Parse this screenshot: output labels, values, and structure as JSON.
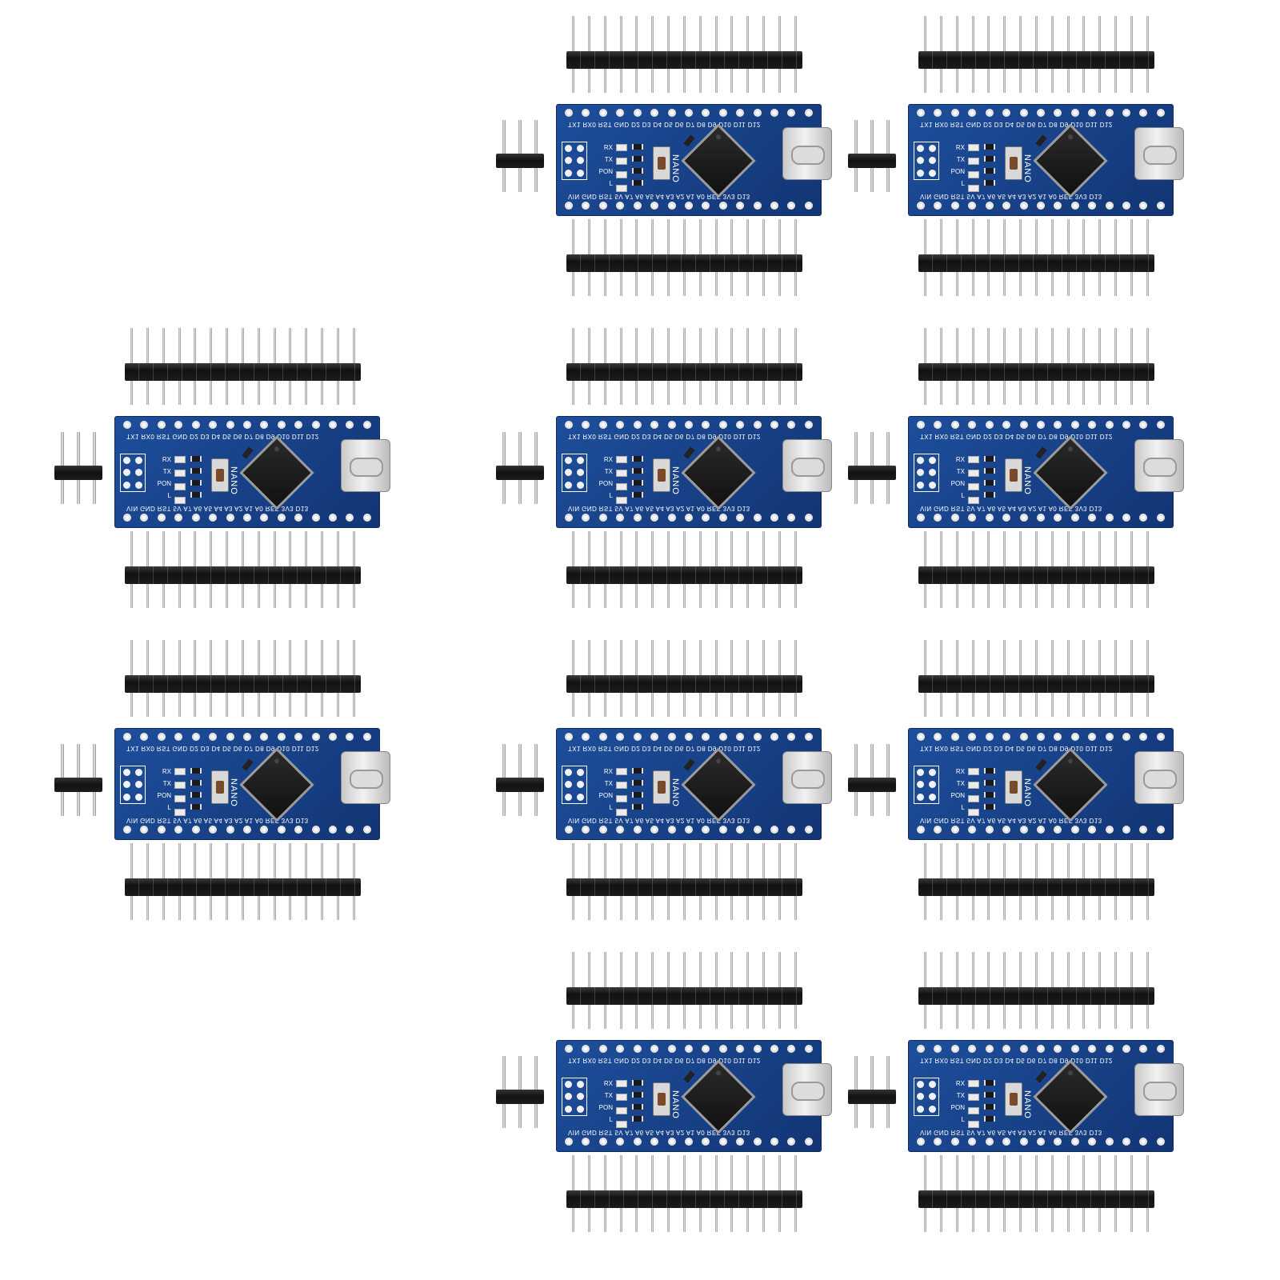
{
  "board": {
    "name": "NANO",
    "top_pins": "TX1 RX0 RST GND D2 D3 D4 D5 D6 D7 D8 D9 D10 D11 D12",
    "bottom_pins": "VIN GND RST 5V A7 A6 A5 A4 A3 A2 A1 A0 REF 3V3 D13",
    "led_labels": [
      "RX",
      "TX",
      "PON",
      "L"
    ]
  },
  "colors": {
    "pcb": "#173f84",
    "header": "#111111",
    "pins": "#d9d9d9",
    "background": "#ffffff"
  },
  "units": [
    {
      "id": "board-1"
    },
    {
      "id": "board-2"
    },
    {
      "id": "board-3"
    },
    {
      "id": "board-4"
    },
    {
      "id": "board-5"
    },
    {
      "id": "board-6"
    },
    {
      "id": "board-7"
    },
    {
      "id": "board-8"
    },
    {
      "id": "board-9"
    },
    {
      "id": "board-10"
    }
  ]
}
